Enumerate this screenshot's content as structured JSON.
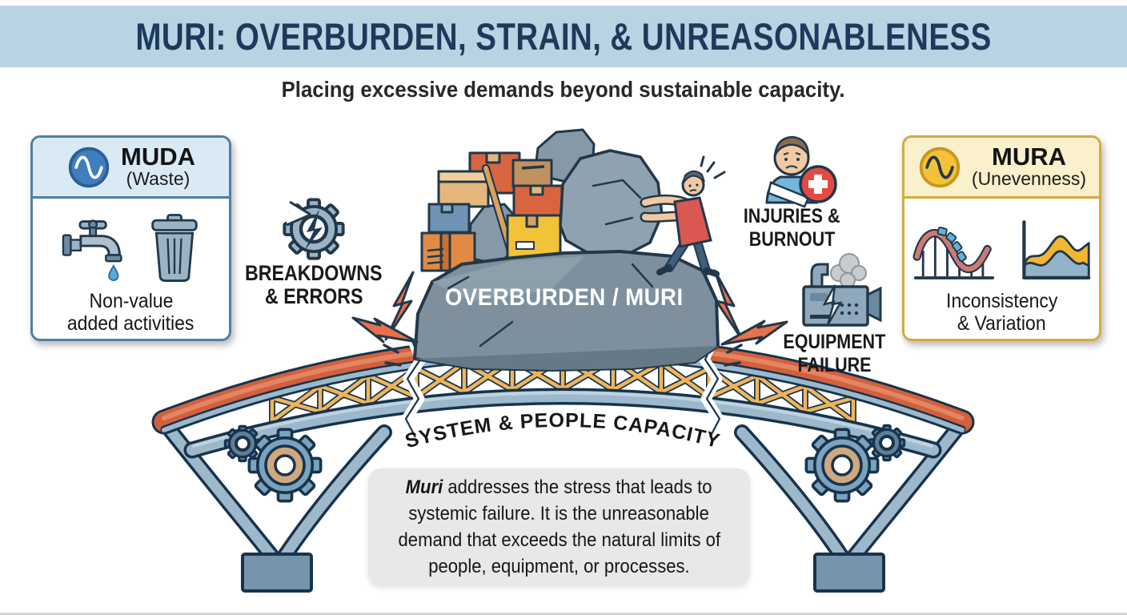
{
  "header": {
    "title": "MURI: OVERBURDEN, STRAIN, & UNREASONABLENESS",
    "subtitle": "Placing excessive demands beyond sustainable capacity."
  },
  "muda_card": {
    "title": "MUDA",
    "subtitle": "(Waste)",
    "caption_line1": "Non-value",
    "caption_line2": "added activities",
    "icons": [
      "sine-wave-icon",
      "faucet-icon",
      "trash-can-icon"
    ],
    "accent_color": "#4f7fa5",
    "header_bg": "#d9eaf5",
    "badge_color": "#3f7fbe"
  },
  "mura_card": {
    "title": "MURA",
    "subtitle": "(Unevenness)",
    "caption_line1": "Inconsistency",
    "caption_line2": "& Variation",
    "icons": [
      "sine-wave-icon",
      "roller-coaster-icon",
      "area-chart-icon"
    ],
    "accent_color": "#d9a93c",
    "header_bg": "#faf0cb",
    "badge_color": "#f2c238"
  },
  "bridge": {
    "rock_label": "OVERBURDEN / MURI",
    "arc_label": "SYSTEM & PEOPLE CAPACITY"
  },
  "callouts": {
    "breakdowns": {
      "line1": "BREAKDOWNS",
      "line2": "& ERRORS",
      "icon": "broken-gear-icon"
    },
    "injuries": {
      "line1": "INJURIES &",
      "line2": "BURNOUT",
      "icon": "injured-worker-icon"
    },
    "equipment": {
      "line1": "EQUIPMENT",
      "line2": "FAILURE",
      "icon": "broken-machine-icon"
    }
  },
  "footnote": {
    "lead": "Muri",
    "line1_rest": " addresses the stress that leads to",
    "line2": "systemic failure. It is the unreasonable",
    "line3": "demand that exceeds the natural limits of",
    "line4": "people, equipment, or processes."
  },
  "colors": {
    "banner_bg": "#b9d3e3",
    "title": "#1d3a5c",
    "bolt": "#e8714c",
    "bridge_deck": "#d3603c",
    "bridge_steel": "#9cb8ca",
    "truss": "#efb55a",
    "rock": "#7e909d",
    "footnote_bg": "#e8e8e8"
  }
}
